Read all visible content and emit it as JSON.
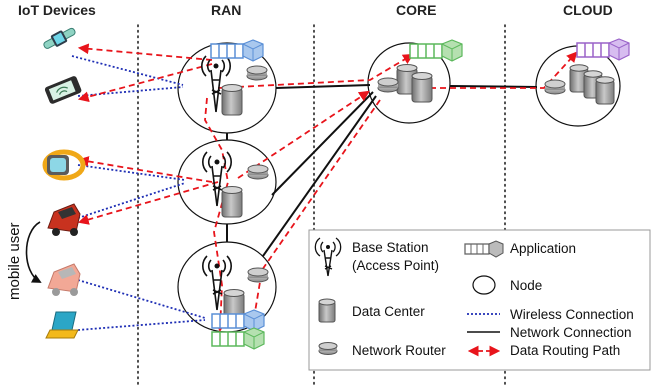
{
  "headers": {
    "iot": "IoT Devices",
    "ran": "RAN",
    "core": "CORE",
    "cloud": "CLOUD"
  },
  "side_label": "mobile user",
  "legend": {
    "base_station_l1": "Base Station",
    "base_station_l2": "(Access Point)",
    "application": "Application",
    "node": "Node",
    "data_center": "Data Center",
    "wireless": "Wireless Connection",
    "network": "Network Connection",
    "router": "Network Router",
    "routing": "Data Routing Path"
  },
  "colors": {
    "wireless": "#1f2fb5",
    "routing": "#e8141b",
    "network": "#111111",
    "app_ran": "#5a8fd6",
    "app_core": "#5cb85c",
    "app_cloud": "#9a63c9",
    "server": "#9a9a9a"
  }
}
